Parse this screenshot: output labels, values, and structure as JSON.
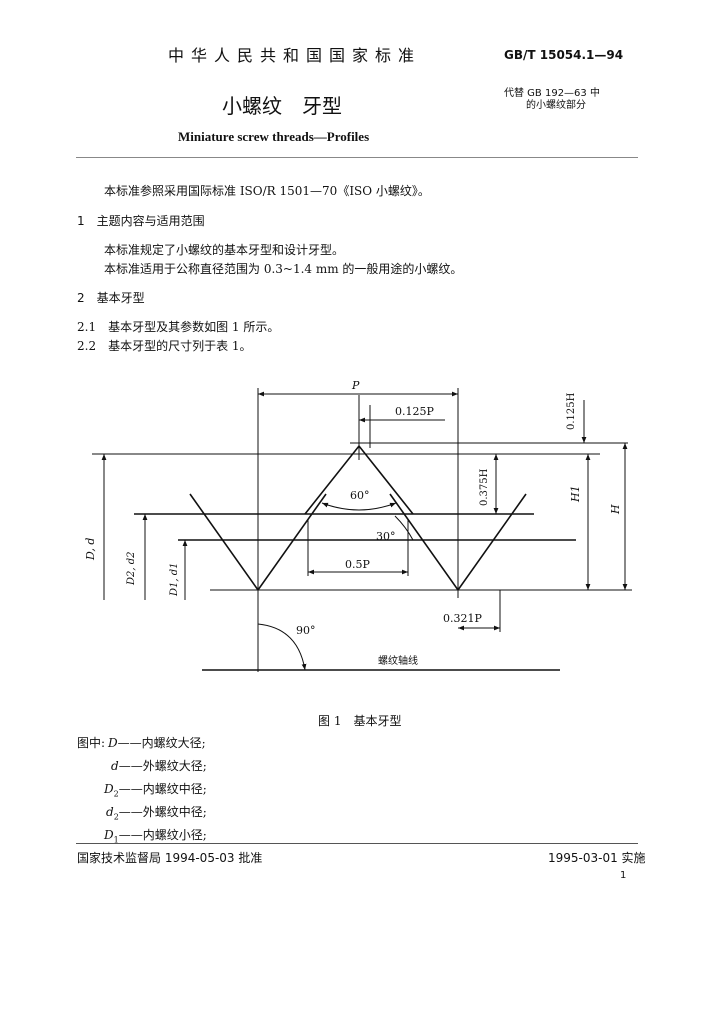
{
  "header": {
    "title": "中华人民共和国国家标准",
    "std_number": "GB/T 15054.1—94",
    "main_title": "小螺纹　牙型",
    "replace_line1": "代替 GB 192—63 中",
    "replace_line2": "的小螺纹部分",
    "en_title": "Miniature screw threads—Profiles"
  },
  "body": {
    "intro": "本标准参照采用国际标准 ISO/R 1501—70《ISO 小螺纹》。",
    "s1_heading": "1　主题内容与适用范围",
    "s1_p1": "本标准规定了小螺纹的基本牙型和设计牙型。",
    "s1_p2": "本标准适用于公称直径范围为 0.3~1.4 mm 的一般用途的小螺纹。",
    "s2_heading": "2　基本牙型",
    "s2_1": "2.1　基本牙型及其参数如图 1 所示。",
    "s2_2": "2.2　基本牙型的尺寸列于表 1。"
  },
  "figure": {
    "label_P": "P",
    "label_0125P": "0.125P",
    "label_0125H": "0.125H",
    "label_0375H": "0.375H",
    "label_H1": "H1",
    "label_H": "H",
    "label_60": "60°",
    "label_30": "30°",
    "label_05P": "0.5P",
    "label_0321P": "0.321P",
    "label_Dd": "D, d",
    "label_D2d2": "D2, d2",
    "label_D1d1": "D1, d1",
    "label_90": "90°",
    "label_axis": "螺纹轴线",
    "caption": "图 1　基本牙型"
  },
  "legend": {
    "intro": "图中:",
    "items": [
      {
        "sym": "D",
        "sub": "",
        "desc": "——内螺纹大径;"
      },
      {
        "sym": "d",
        "sub": "",
        "desc": "——外螺纹大径;"
      },
      {
        "sym": "D",
        "sub": "2",
        "desc": "——内螺纹中径;"
      },
      {
        "sym": "d",
        "sub": "2",
        "desc": "——外螺纹中径;"
      },
      {
        "sym": "D",
        "sub": "1",
        "desc": "——内螺纹小径;"
      }
    ]
  },
  "footer": {
    "approval": "国家技术监督局 1994-05-03 批准",
    "effective": "1995-03-01 实施",
    "page": "1"
  }
}
